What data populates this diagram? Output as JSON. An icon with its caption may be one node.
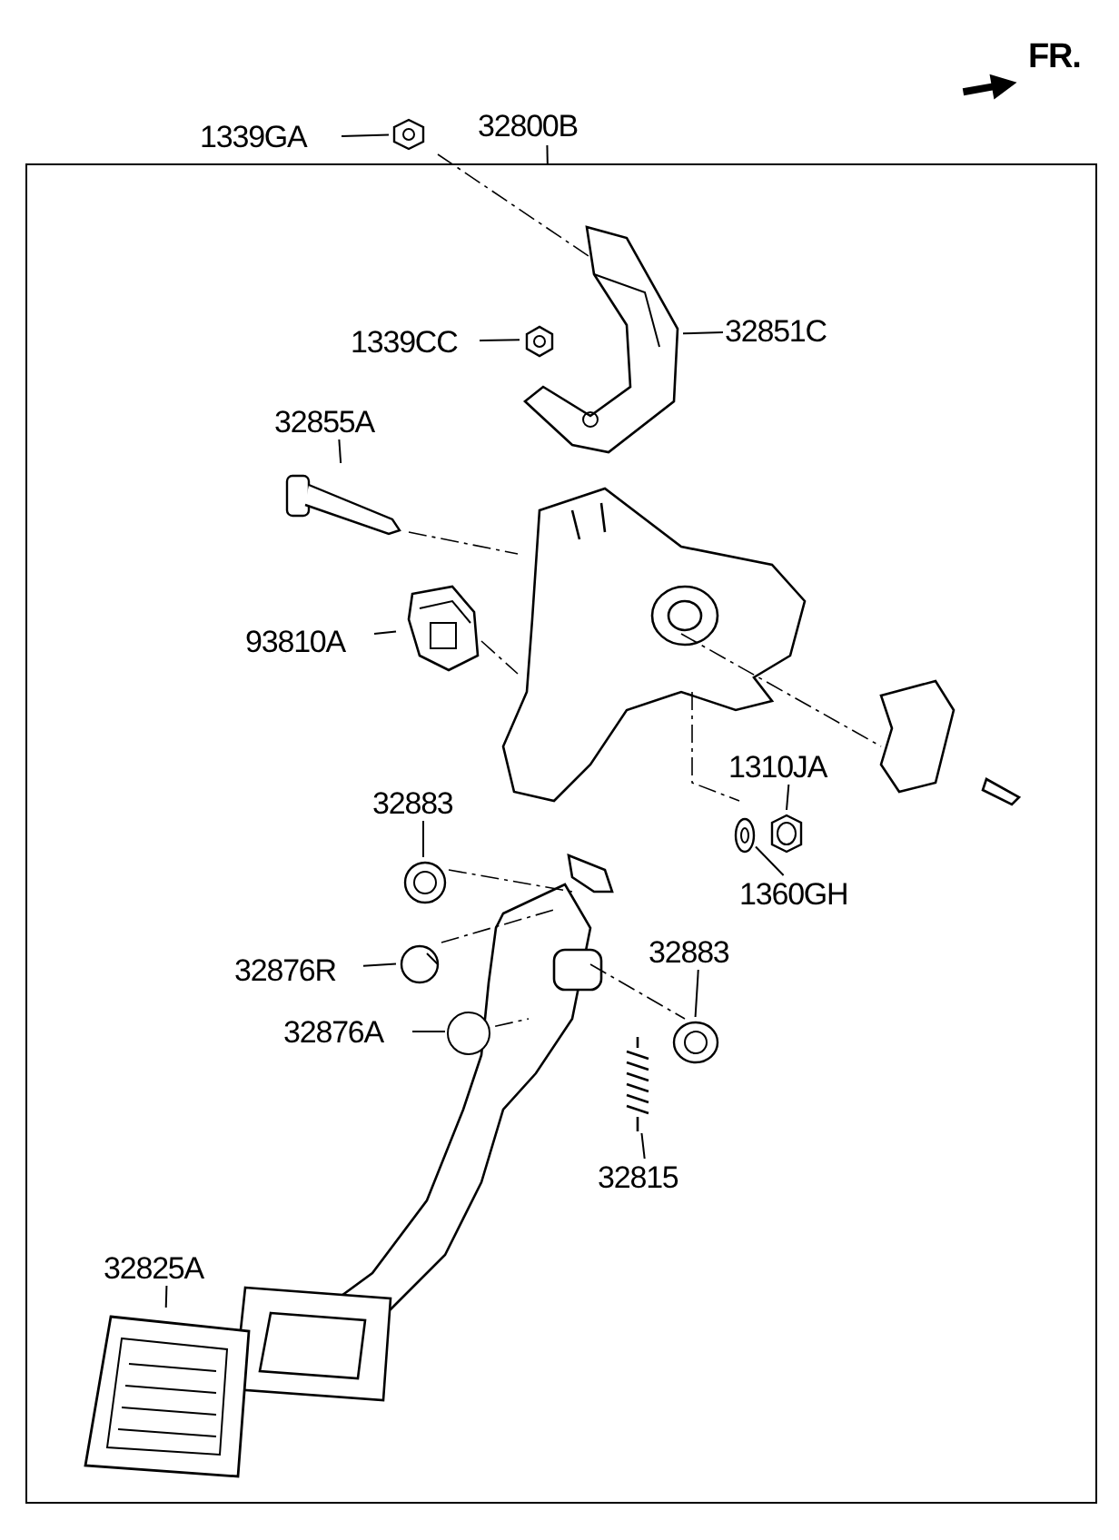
{
  "diagram": {
    "nodes": [
      {
        "text": [],
        "shape": "box"
      },
      {
        "text": [
          "32800B"
        ]
      },
      {
        "text": [
          "1339GA"
        ]
      },
      {
        "text": [],
        "shape": "picture"
      },
      {
        "text": [
          "1339CC"
        ],
        "in": 0
      },
      {
        "text": [],
        "shape": "picture",
        "in": 0
      },
      {
        "text": [
          "32851C"
        ],
        "in": 0
      },
      {
        "text": [],
        "shape": "picture",
        "in": 0
      },
      {
        "text": [
          "32855A"
        ],
        "in": 0
      },
      {
        "text": [],
        "shape": "picture",
        "in": 0
      },
      {
        "text": [
          "93810A"
        ],
        "in": 0
      },
      {
        "text": [],
        "shape": "picture",
        "in": 0
      },
      {
        "text": [
          "1310JA"
        ],
        "in": 0
      },
      {
        "text": [],
        "shape": "picture",
        "in": 0
      },
      {
        "text": [
          "1360GH"
        ],
        "in": 0
      },
      {
        "text": [],
        "shape": "picture",
        "in": 0
      },
      {
        "text": [
          "32883"
        ],
        "in": 0
      },
      {
        "text": [],
        "shape": "picture",
        "in": 0
      },
      {
        "text": [
          "32876R"
        ],
        "in": 0
      },
      {
        "text": [],
        "shape": "picture",
        "in": 0
      },
      {
        "text": [
          "32883"
        ],
        "in": 0
      },
      {
        "text": [],
        "shape": "picture",
        "in": 0
      },
      {
        "text": [
          "32876A"
        ],
        "in": 0
      },
      {
        "text": [],
        "shape": "circle",
        "in": 0
      },
      {
        "text": [
          "32815"
        ],
        "in": 0
      },
      {
        "text": [],
        "shape": "picture",
        "in": 0
      },
      {
        "text": [
          "32825A"
        ],
        "in": 0
      },
      {
        "text": [],
        "shape": "picture",
        "in": 0
      }
    ],
    "edges": [
      {
        "from": 1,
        "to": 0,
        "arrow": "none"
      },
      {
        "from": 2,
        "to": 3,
        "arrow": "none"
      },
      {
        "from": 4,
        "to": 5,
        "arrow": "none"
      },
      {
        "from": 6,
        "to": 7,
        "arrow": "none"
      },
      {
        "from": 8,
        "to": 9,
        "arrow": "none"
      },
      {
        "from": 10,
        "to": 11,
        "arrow": "none"
      },
      {
        "from": 12,
        "to": 13,
        "arrow": "none"
      },
      {
        "from": 14,
        "to": 15,
        "arrow": "none"
      },
      {
        "from": 16,
        "to": 17,
        "arrow": "none"
      },
      {
        "from": 18,
        "to": 19,
        "arrow": "none"
      },
      {
        "from": 20,
        "to": 21,
        "arrow": "none"
      },
      {
        "from": 22,
        "to": 23,
        "arrow": "none"
      },
      {
        "from": 24,
        "to": 25,
        "arrow": "none"
      },
      {
        "from": 26,
        "to": 27,
        "arrow": "none"
      }
    ],
    "labels": [
      "FR."
    ]
  }
}
